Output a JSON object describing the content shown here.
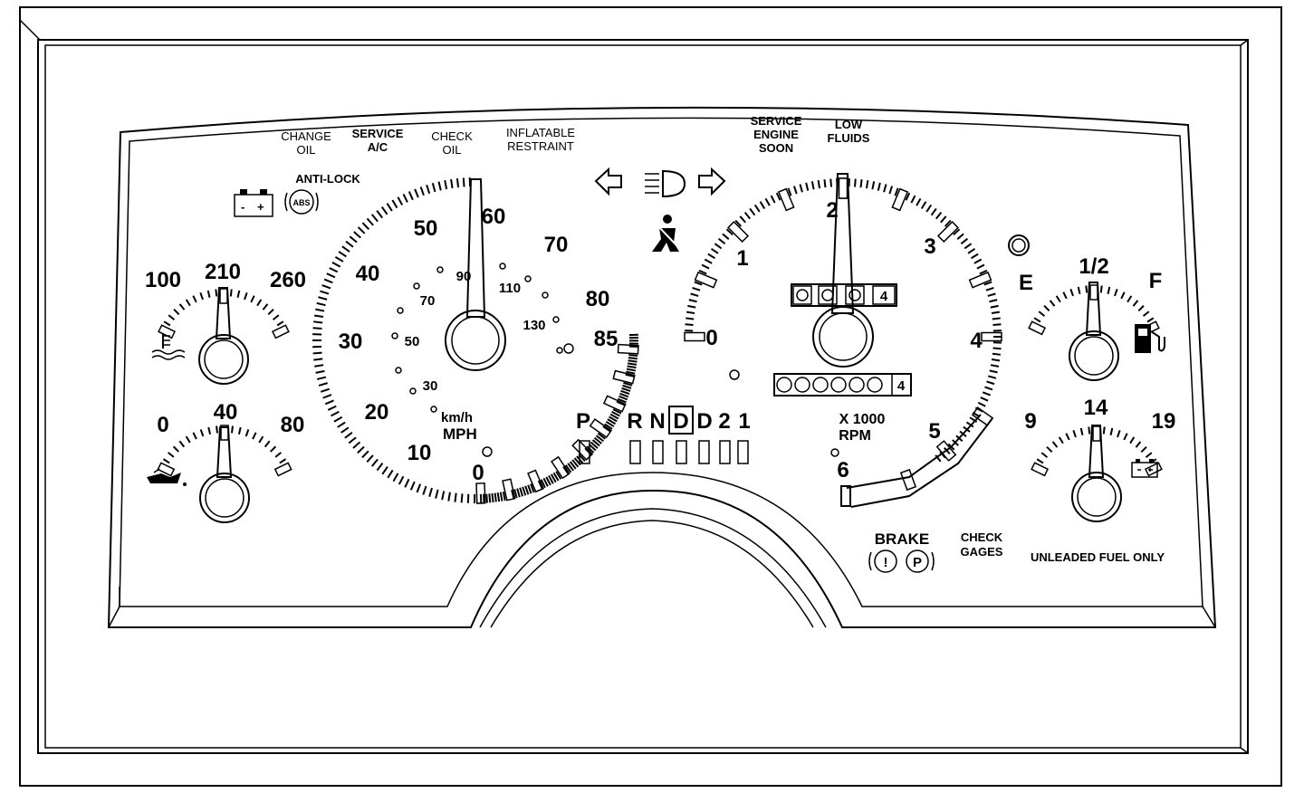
{
  "warnings": {
    "change_oil": [
      "CHANGE",
      "OIL"
    ],
    "service_ac": [
      "SERVICE",
      "A/C"
    ],
    "check_oil": [
      "CHECK",
      "OIL"
    ],
    "inflatable_restraint": [
      "INFLATABLE",
      "RESTRAINT"
    ],
    "service_engine_soon": [
      "SERVICE",
      "ENGINE",
      "SOON"
    ],
    "low_fluids": [
      "LOW",
      "FLUIDS"
    ],
    "anti_lock": "ANTI-LOCK",
    "abs": "ABS",
    "battery_minus": "-",
    "battery_plus": "+",
    "brake": "BRAKE",
    "brake_i": "!",
    "brake_p": "P",
    "check_gages": [
      "CHECK",
      "GAGES"
    ],
    "unleaded": "UNLEADED FUEL ONLY"
  },
  "temp_gauge": {
    "labels": [
      "100",
      "210",
      "260"
    ]
  },
  "oil_gauge": {
    "labels": [
      "0",
      "40",
      "80"
    ]
  },
  "fuel_gauge": {
    "labels": [
      "E",
      "1/2",
      "F"
    ]
  },
  "volt_gauge": {
    "labels": [
      "9",
      "14",
      "19"
    ]
  },
  "speedometer": {
    "mph_labels": [
      "0",
      "10",
      "20",
      "30",
      "40",
      "50",
      "60",
      "70",
      "80",
      "85"
    ],
    "kmh_labels": [
      "30",
      "50",
      "70",
      "90",
      "110",
      "130"
    ],
    "kmh_unit": "km/h",
    "mph_unit": "MPH"
  },
  "tachometer": {
    "labels": [
      "0",
      "1",
      "2",
      "3",
      "4",
      "5",
      "6"
    ],
    "multiplier": "X 1000",
    "unit": "RPM",
    "odometer_top": "4",
    "odometer_bottom": "4"
  },
  "prndl": [
    "P",
    "R",
    "N",
    "D",
    "D",
    "2",
    "1"
  ]
}
